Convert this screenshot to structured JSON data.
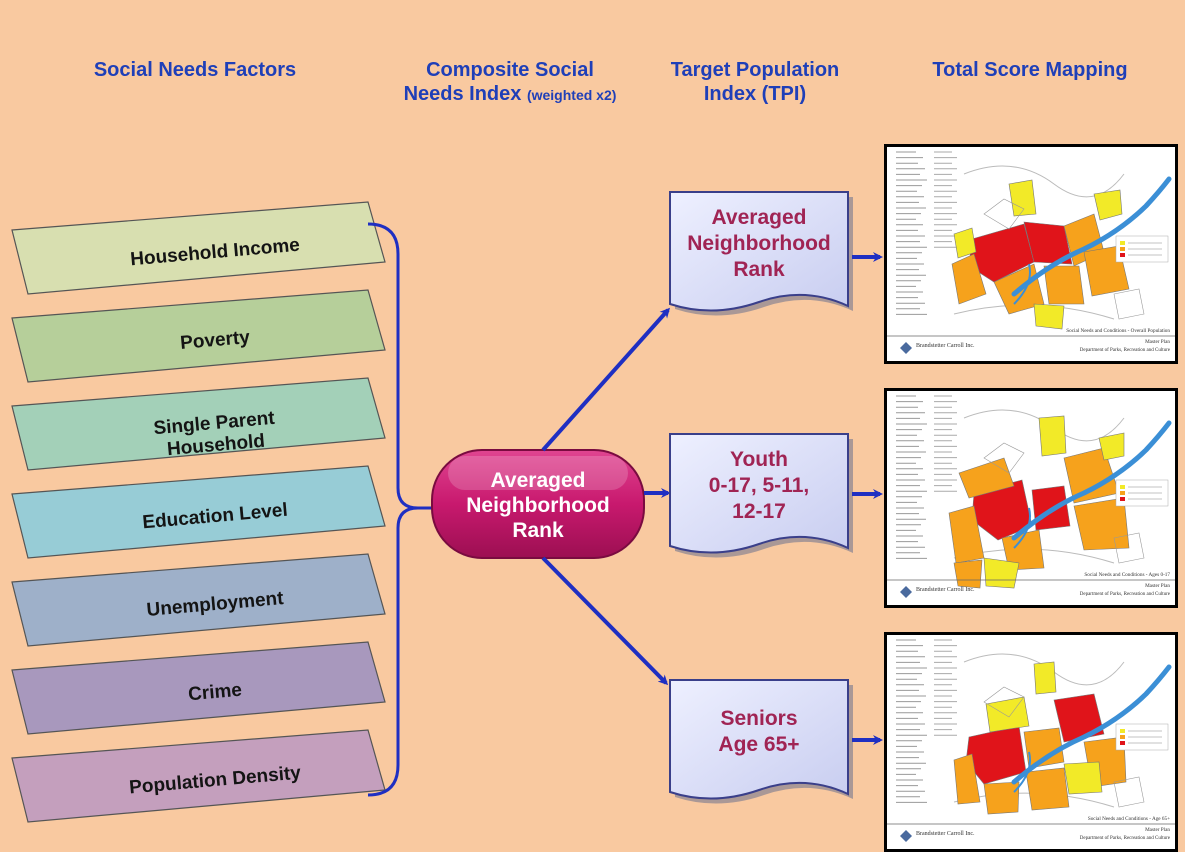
{
  "headers": {
    "col1": "Social Needs Factors",
    "col2_line1": "Composite Social",
    "col2_line2": "Needs Index",
    "col2_note": "(weighted x2)",
    "col3_line1": "Target Population",
    "col3_line2": "Index (TPI)",
    "col4": "Total Score Mapping"
  },
  "factors": [
    {
      "lines": [
        "Household Income"
      ],
      "color": "#d8dfb0"
    },
    {
      "lines": [
        "Poverty"
      ],
      "color": "#b6cf9a"
    },
    {
      "lines": [
        "Single Parent",
        "Household"
      ],
      "color": "#a3d0b8"
    },
    {
      "lines": [
        "Education Level"
      ],
      "color": "#97ccd6"
    },
    {
      "lines": [
        "Unemployment"
      ],
      "color": "#9eb0c9"
    },
    {
      "lines": [
        "Crime"
      ],
      "color": "#a898bd"
    },
    {
      "lines": [
        "Population Density"
      ],
      "color": "#c49fbd"
    }
  ],
  "composite": {
    "lines": [
      "Averaged",
      "Neighborhood",
      "Rank"
    ],
    "color": "#c8196e"
  },
  "targets": [
    {
      "lines": [
        "Averaged",
        "Neighborhood",
        "Rank"
      ]
    },
    {
      "lines": [
        "Youth",
        "0-17, 5-11,",
        "12-17"
      ]
    },
    {
      "lines": [
        "Seniors",
        "Age 65+"
      ]
    }
  ],
  "maps": [
    {
      "caption": "Social Needs and Conditions - Overall Population",
      "subcaption": "Master Plan",
      "firm": "Brandstetter Carroll Inc.",
      "dept": "Department of Parks, Recreation and Culture"
    },
    {
      "caption": "Social Needs and Conditions - Ages 0-17",
      "subcaption": "Master Plan",
      "firm": "Brandstetter Carroll Inc.",
      "dept": "Department of Parks, Recreation and Culture"
    },
    {
      "caption": "Social Needs and Conditions - Age 65+",
      "subcaption": "Master Plan",
      "firm": "Brandstetter Carroll Inc.",
      "dept": "Department of Parks, Recreation and Culture"
    }
  ],
  "colors": {
    "background": "#f9c9a0",
    "header_text": "#1f3fb8",
    "arrow": "#1f2fc2",
    "target_box": "#d9dcf7",
    "target_text": "#a02454",
    "map_red": "#e0141a",
    "map_orange": "#f6a21c",
    "map_yellow": "#f2ea28",
    "river": "#3b8fd6"
  }
}
